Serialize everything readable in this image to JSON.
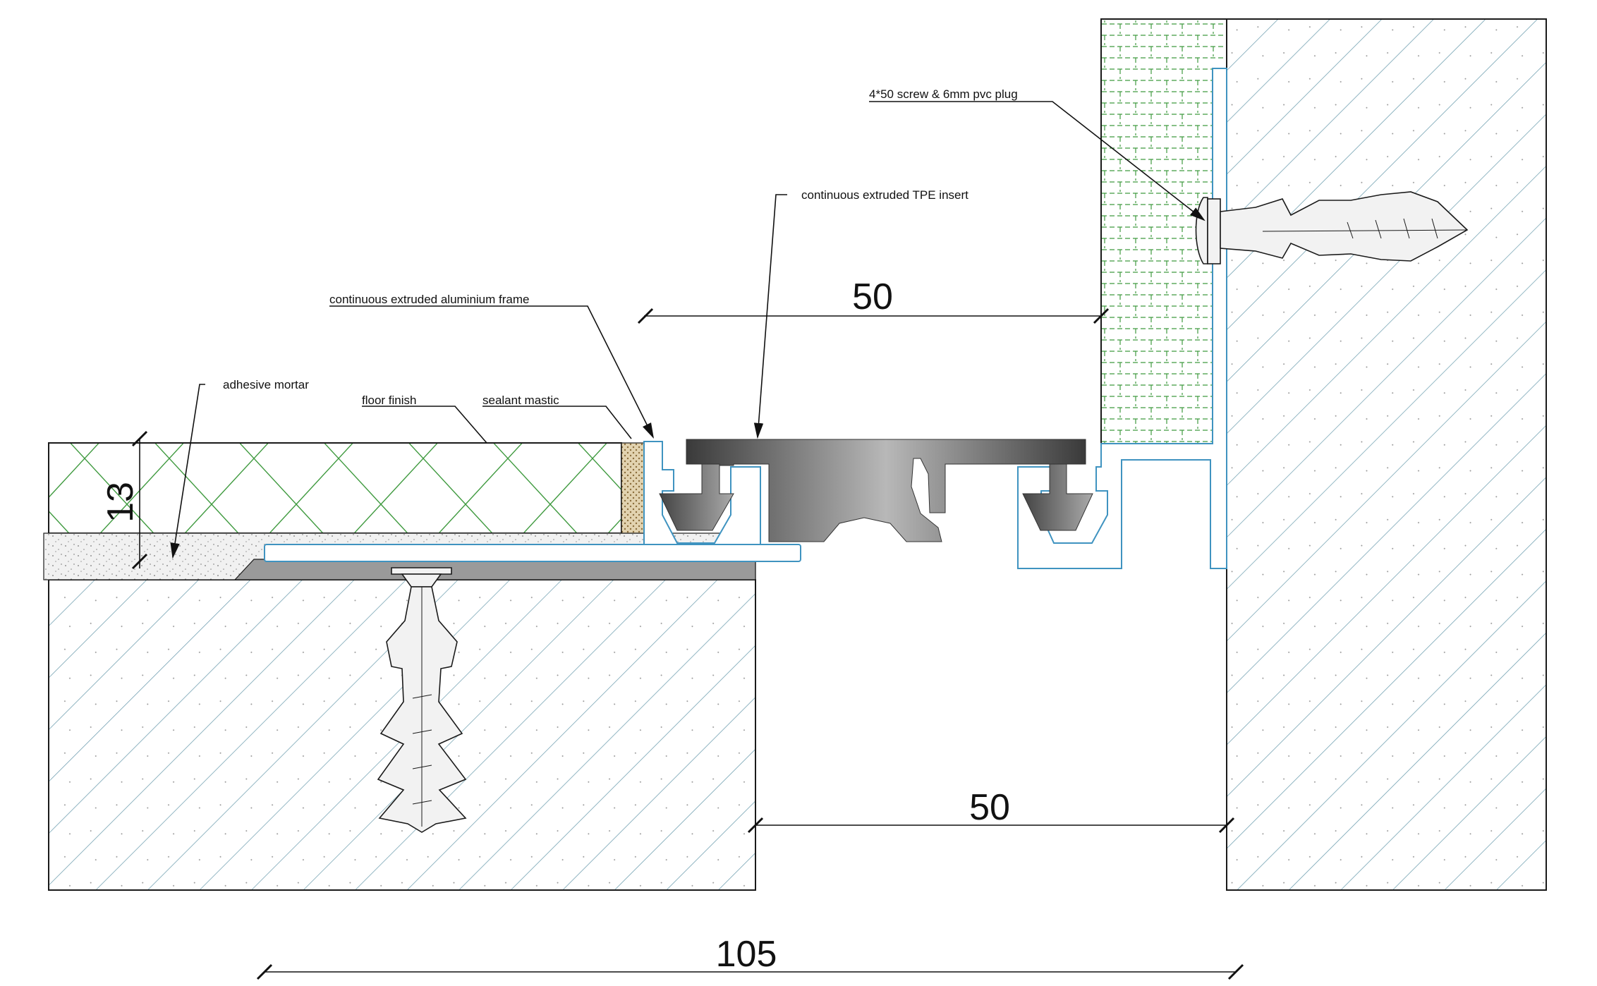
{
  "labels": {
    "screw_plug": "4*50 screw & 6mm pvc plug",
    "tpe_insert": "continuous extruded TPE  insert",
    "aluminium_frame": "continuous extruded  aluminium frame",
    "adhesive_mortar": "adhesive mortar",
    "floor_finish": "floor finish",
    "sealant_mastic": "sealant mastic"
  },
  "dimensions": {
    "top_gap": "50",
    "finish_thickness": "13",
    "joint_gap": "50",
    "overall_width": "105"
  },
  "colors": {
    "line": "#1a1a1a",
    "concrete_hatch": "#6f9fb0",
    "tile_hatch": "#3f9a3f",
    "profile": "#3f93c0",
    "insert_dark": "#3a3a3a",
    "insert_light": "#b8b8b8",
    "mastic": "#d9c8a4",
    "mortar": "#eeeeee",
    "plug": "#f2f2f2",
    "plate": "#9a9a9a"
  }
}
